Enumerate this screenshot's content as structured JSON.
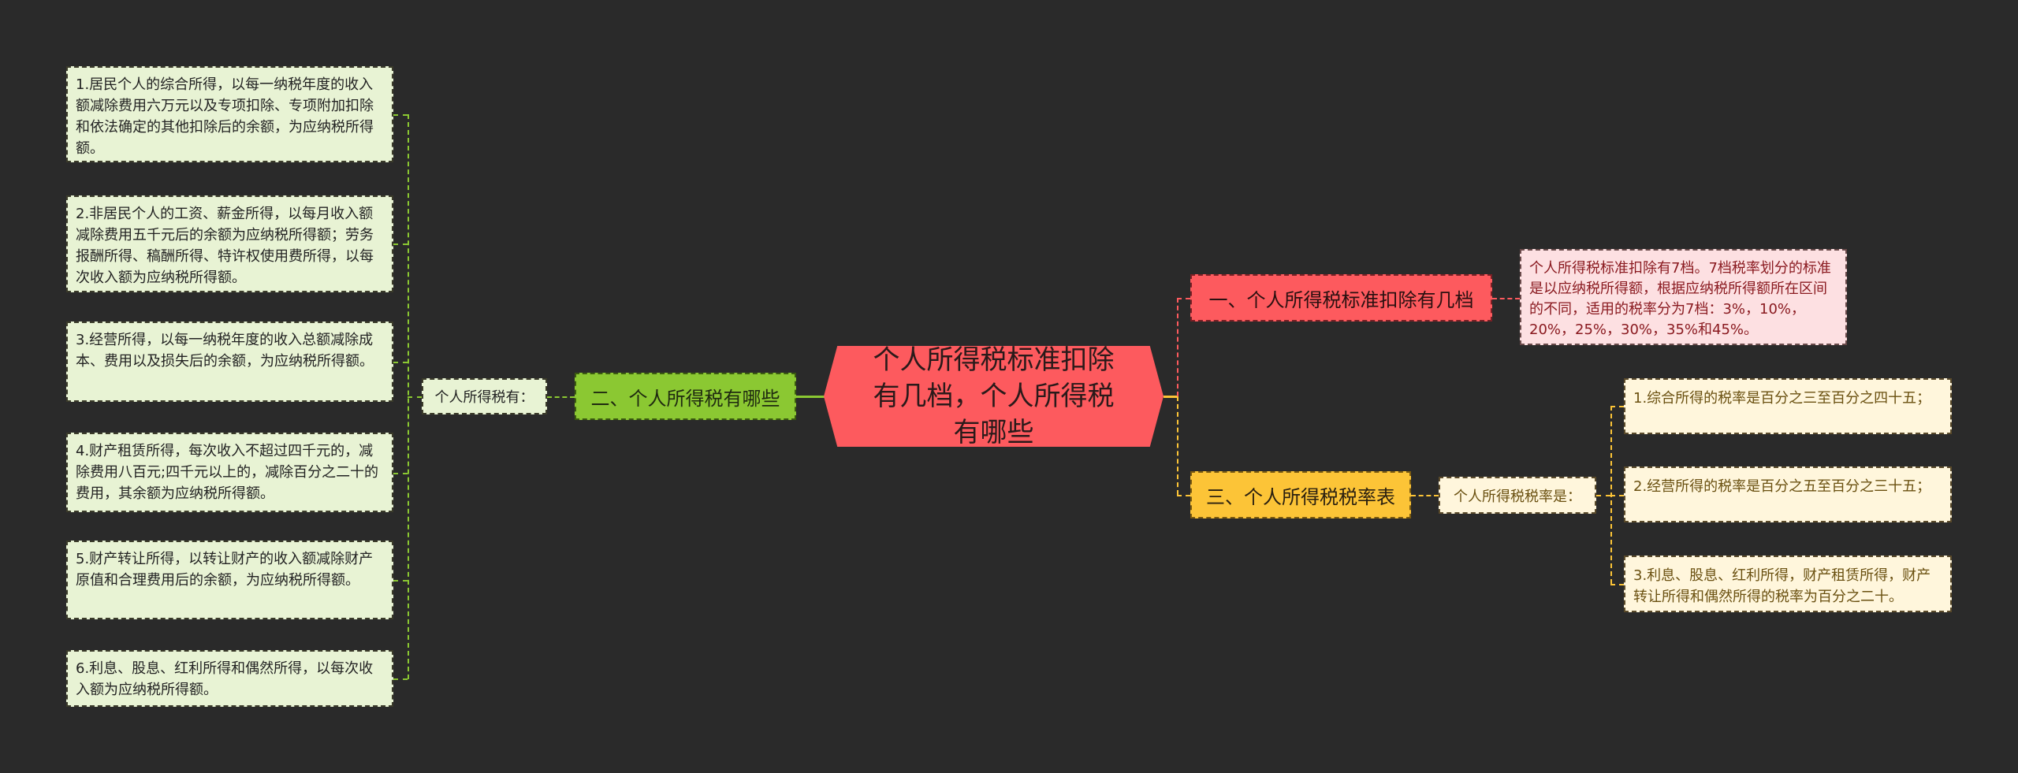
{
  "central_topic": "个人所得税标准扣除有几档，个人所得税有哪些",
  "colors": {
    "background": "#2a2a2a",
    "central": "#fd5a5e",
    "branch_green": "#8bc832",
    "branch_red": "#fd5a5e",
    "branch_yellow": "#fcc437",
    "leaf_green_bg": "#e8f3d4",
    "leaf_pink_bg": "#fde0e2",
    "leaf_yellow_bg": "#fff6dc"
  },
  "branches": {
    "left": {
      "title": "二、个人所得税有哪些",
      "label": "个人所得税有：",
      "items": [
        "1.居民个人的综合所得，以每一纳税年度的收入额减除费用六万元以及专项扣除、专项附加扣除和依法确定的其他扣除后的余额，为应纳税所得额。",
        "2.非居民个人的工资、薪金所得，以每月收入额减除费用五千元后的余额为应纳税所得额；劳务报酬所得、稿酬所得、特许权使用费所得，以每次收入额为应纳税所得额。",
        "3.经营所得，以每一纳税年度的收入总额减除成本、费用以及损失后的余额，为应纳税所得额。",
        "4.财产租赁所得，每次收入不超过四千元的，减除费用八百元;四千元以上的，减除百分之二十的费用，其余额为应纳税所得额。",
        "5.财产转让所得，以转让财产的收入额减除财产原值和合理费用后的余额，为应纳税所得额。",
        "6.利息、股息、红利所得和偶然所得，以每次收入额为应纳税所得额。"
      ]
    },
    "right_top": {
      "title": "一、个人所得税标准扣除有几档",
      "detail": "个人所得税标准扣除有7档。7档税率划分的标准是以应纳税所得额，根据应纳税所得额所在区间的不同，适用的税率分为7档：3%，10%，20%，25%，30%，35%和45%。"
    },
    "right_bottom": {
      "title": "三、个人所得税税率表",
      "label": "个人所得税税率是：",
      "items": [
        "1.综合所得的税率是百分之三至百分之四十五；",
        "2.经营所得的税率是百分之五至百分之三十五；",
        "3.利息、股息、红利所得，财产租赁所得，财产转让所得和偶然所得的税率为百分之二十。"
      ]
    }
  }
}
